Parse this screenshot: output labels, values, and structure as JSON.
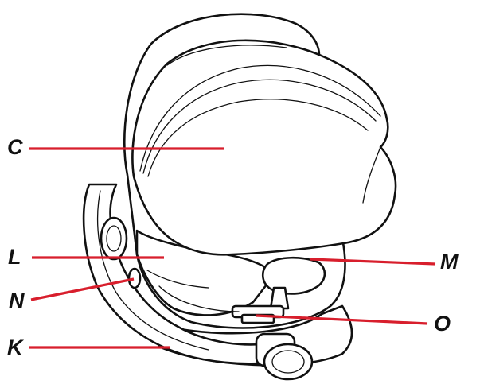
{
  "diagram": {
    "accent_color": "#d81e2c",
    "ink_color": "#111111",
    "callouts": [
      {
        "id": "C",
        "text": "C"
      },
      {
        "id": "L",
        "text": "L"
      },
      {
        "id": "M",
        "text": "M"
      },
      {
        "id": "N",
        "text": "N"
      },
      {
        "id": "O",
        "text": "O"
      },
      {
        "id": "K",
        "text": "K"
      }
    ]
  }
}
